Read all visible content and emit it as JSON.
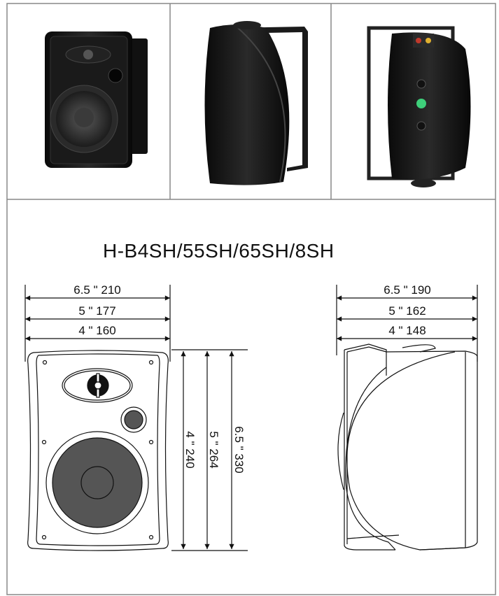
{
  "title": "H-B4SH/55SH/65SH/8SH",
  "photos": [
    {
      "view": "front"
    },
    {
      "view": "side"
    },
    {
      "view": "rear"
    }
  ],
  "front_view": {
    "widths": [
      "6.5 \" 210",
      "5 \" 177",
      "4 \" 160"
    ],
    "heights": [
      "4 \" 240",
      "5 \" 264",
      "6.5 \" 330"
    ]
  },
  "side_view": {
    "depths": [
      "6.5 \" 190",
      "5 \" 162",
      "4 \" 148"
    ]
  },
  "colors": {
    "line": "#111111",
    "border": "#888888",
    "cone": "#555555",
    "photo_body": "#151515"
  }
}
